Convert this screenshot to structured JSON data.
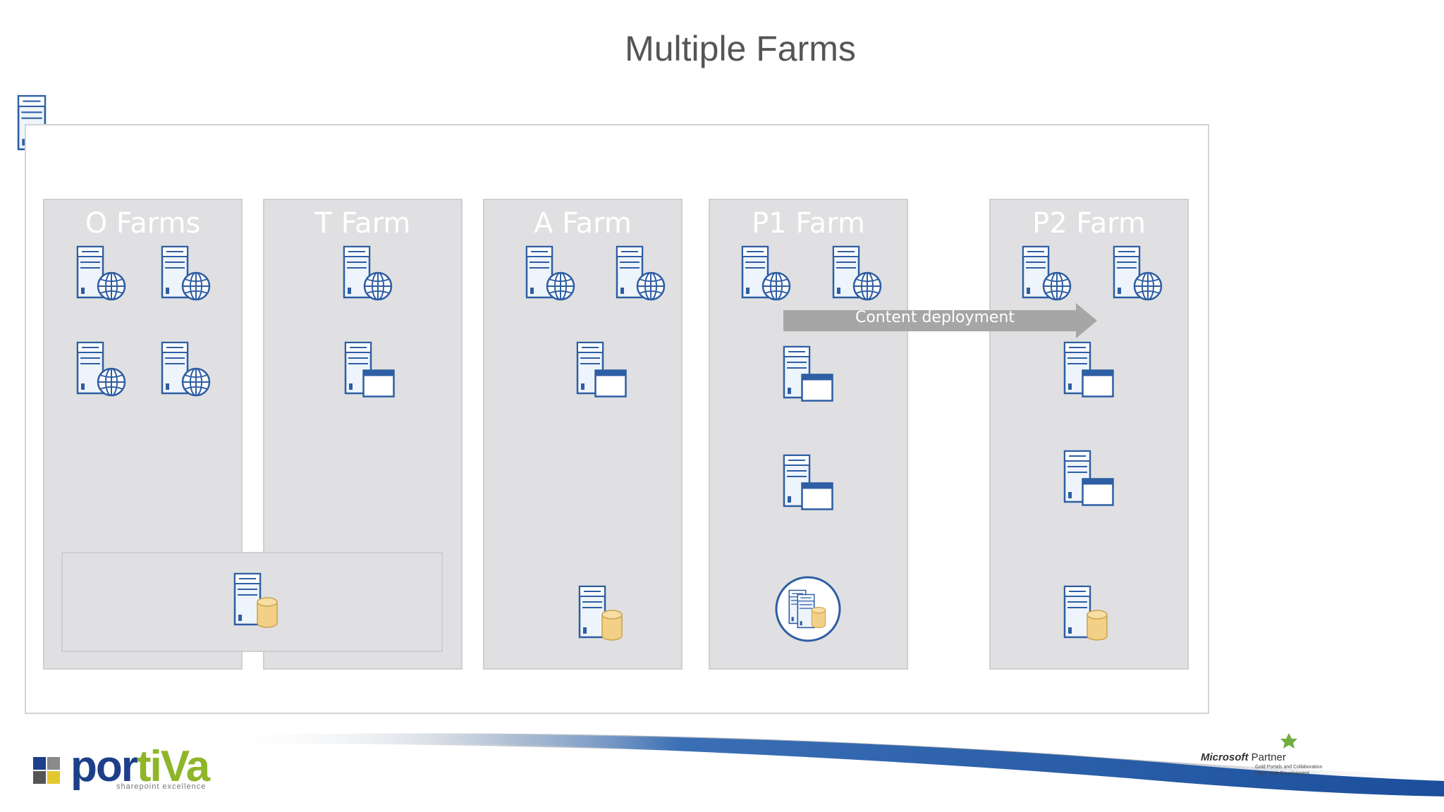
{
  "slide": {
    "title": "Multiple Farms"
  },
  "farms": [
    {
      "label": "O Farms"
    },
    {
      "label": "T Farm"
    },
    {
      "label": "A Farm"
    },
    {
      "label": "P1 Farm"
    },
    {
      "label": "P2 Farm"
    }
  ],
  "arrow": {
    "label": "Content deployment"
  },
  "footer": {
    "logo_text_a": "por",
    "logo_text_b": "tiVa",
    "logo_tagline": "sharepoint excellence",
    "ms_brand": "Microsoft",
    "ms_partner": "Partner",
    "ms_competency_1": "Gold Portals and Collaboration",
    "ms_competency_2": "Silver Web Development"
  },
  "icons": {
    "web_server": "web-server-icon",
    "app_server": "application-server-icon",
    "db_server": "database-server-icon",
    "cluster": "database-cluster-icon",
    "plain_server": "server-icon"
  },
  "colors": {
    "farm_fill": "#e0e0e2",
    "icon_stroke": "#2e5ea3",
    "icon_fill": "#dce8f5",
    "db_fill": "#f3d087",
    "arrow": "#a6a6a6",
    "title": "#555555"
  }
}
